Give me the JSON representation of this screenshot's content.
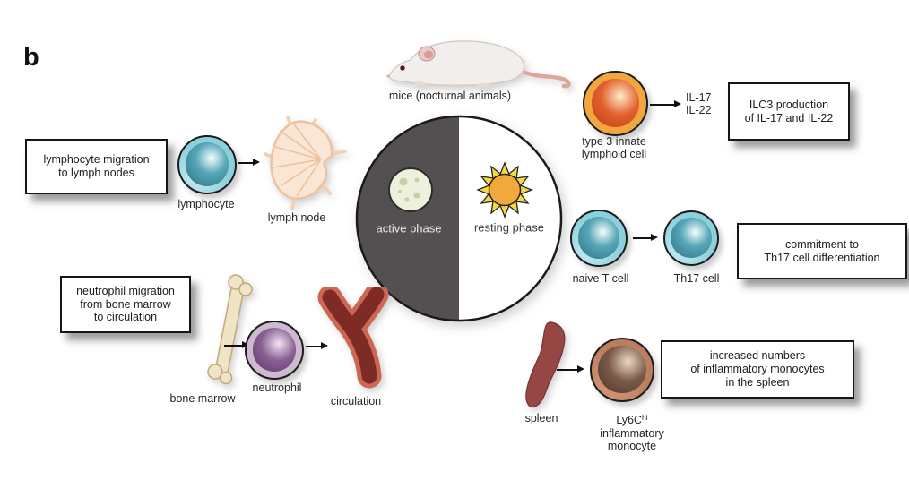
{
  "panel_label": "b",
  "mouse": {
    "caption": "mice (nocturnal animals)"
  },
  "phase_circle": {
    "active_label": "active phase",
    "resting_label": "resting phase"
  },
  "lymphocyte_pathway": {
    "box": "lymphocyte migration\nto lymph nodes",
    "cell_label": "lymphocyte",
    "node_label": "lymph node"
  },
  "ilc3_pathway": {
    "cell_label": "type 3 innate\nlymphoid cell",
    "cytokines": "IL-17\nIL-22",
    "box": "ILC3 production\nof IL-17 and IL-22"
  },
  "th17_pathway": {
    "naive_label": "naive T cell",
    "th17_label": "Th17 cell",
    "box": "commitment to\nTh17 cell differentiation"
  },
  "neutrophil_pathway": {
    "box": "neutrophil migration\nfrom bone marrow\nto circulation",
    "source_label": "bone marrow",
    "cell_label": "neutrophil",
    "target_label": "circulation"
  },
  "monocyte_pathway": {
    "source_label": "spleen",
    "cell_label_base": "Ly6C",
    "cell_label_sup": "hi",
    "cell_label_rest": "inflammatory\nmonocyte",
    "box": "increased numbers\nof inflammatory monocytes\nin the spleen"
  },
  "colors": {
    "active_half": "#545052",
    "moon": "#edf0da",
    "sun_disc": "#f2a93b",
    "sun_rays": "#f6da3d",
    "lymphocyte_outer": "#8bd0dc",
    "lymphocyte_inner": "#2f7487",
    "ilc3_outer": "#f2a63e",
    "ilc3_inner": "#c03f1a",
    "neutrophil_outer": "#cdbad1",
    "neutrophil_inner": "#5e3d68",
    "monocyte_outer": "#bd7e60",
    "monocyte_inner": "#55392e",
    "spleen": "#964744",
    "vessel": "#7e2b26",
    "bone": "#f0e4c6",
    "lymph_node": "#f9e6d4"
  }
}
